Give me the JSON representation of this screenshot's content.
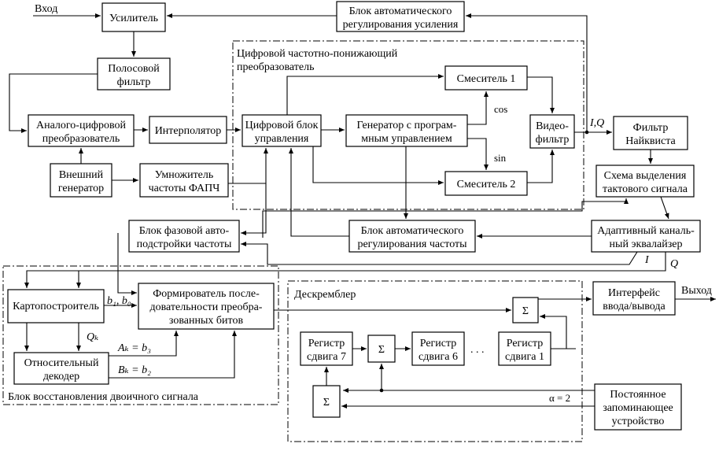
{
  "inputs": {
    "input": "Вход",
    "output": "Выход"
  },
  "blocks": {
    "amp": "Усилитель",
    "agc": [
      "Блок автоматического",
      "регулирования усиления"
    ],
    "bpf": [
      "Полосовой",
      "фильтр"
    ],
    "adc": [
      "Аналого-цифровой",
      "преобразователь"
    ],
    "interp": "Интерполятор",
    "extgen": [
      "Внешний",
      "генератор"
    ],
    "mult": [
      "Умножитель",
      "частоты ФАПЧ"
    ],
    "ctrl": [
      "Цифровой блок",
      "управления"
    ],
    "nco": [
      "Генератор с програм-",
      "мным управлением"
    ],
    "mix1": "Смеситель 1",
    "mix2": "Смеситель 2",
    "video": [
      "Видео-",
      "фильтр"
    ],
    "nyq": [
      "Фильтр",
      "Найквиста"
    ],
    "clock": [
      "Схема выделения",
      "тактового сигнала"
    ],
    "afc": [
      "Блок автоматического",
      "регулирования частоты"
    ],
    "eq": [
      "Адаптивный каналь-",
      "ный эквалайзер"
    ],
    "pll": [
      "Блок фазовой авто-",
      "подстройки частоты"
    ],
    "mapper": "Картопостроитель",
    "former": [
      "Формирователь после-",
      "довательности преобра-",
      "зованных битов"
    ],
    "reldec": [
      "Относительный",
      "декодер"
    ],
    "io": [
      "Интерфейс",
      "ввода/вывода"
    ],
    "reg7": [
      "Регистр",
      "сдвига 7"
    ],
    "reg6": [
      "Регистр",
      "сдвига 6"
    ],
    "reg1": [
      "Регистр",
      "сдвига 1"
    ],
    "rom": [
      "Постоянное",
      "запоминающее",
      "устройство"
    ]
  },
  "groups": {
    "ddc": [
      "Цифровой частотно-понижающий",
      "преобразователь"
    ],
    "descr": "Дескремблер",
    "recovery": "Блок восстановления двоичного сигнала"
  },
  "labels": {
    "cos": "cos",
    "sin": "sin",
    "iq": "I,Q",
    "i": "I",
    "q": "Q",
    "sum": "Σ",
    "dots": ". . .",
    "alpha": "α = 2",
    "b1b0": "b₁, b₀",
    "qk": "Qₖ",
    "ak": "Aₖ = b₃",
    "bk": "Bₖ = b₂"
  }
}
